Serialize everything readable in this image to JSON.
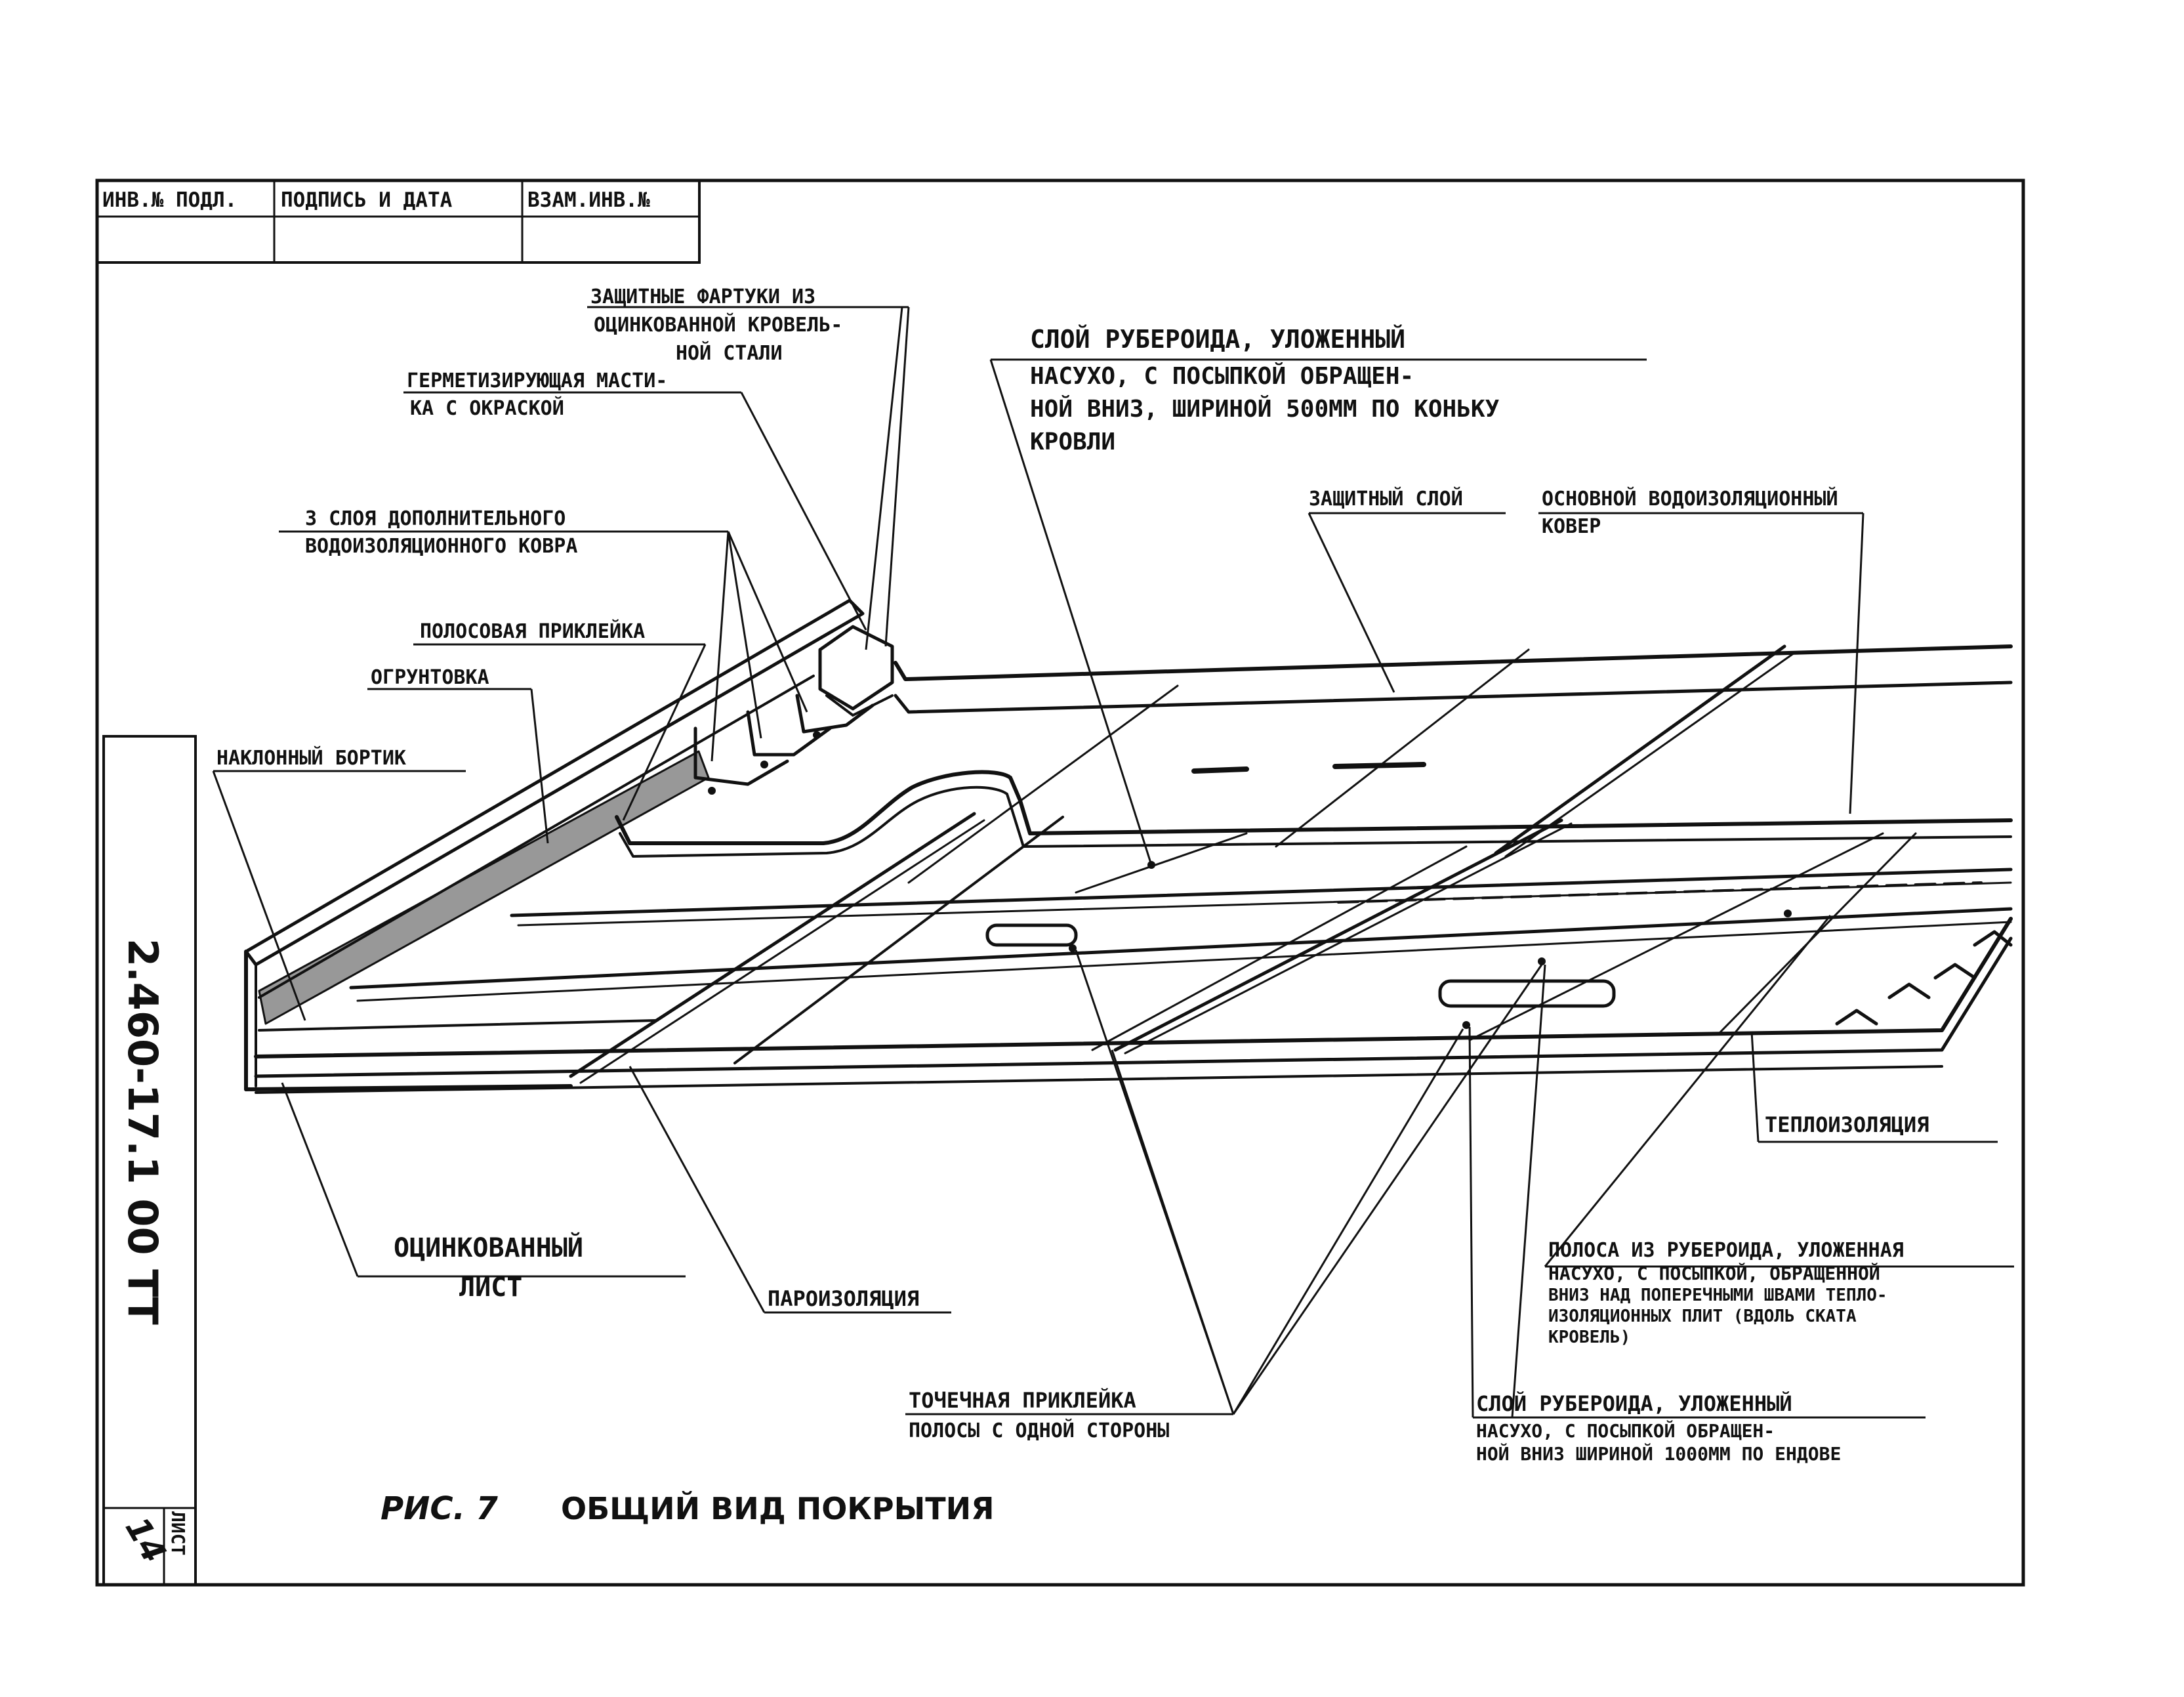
{
  "stamp": {
    "col1": "ИНВ.№ ПОДЛ.",
    "col2": "ПОДПИСЬ И ДАТА",
    "col3": "ВЗАМ.ИНВ.№"
  },
  "side": {
    "doc_code": "2.460-17.1 00 ТТ",
    "sheet_label": "ЛИСТ",
    "sheet_number": "14"
  },
  "labels": {
    "fartuki": [
      "ЗАЩИТНЫЕ ФАРТУКИ ИЗ",
      "ОЦИНКОВАННОЙ КРОВЕЛЬ-",
      "НОЙ СТАЛИ"
    ],
    "mastika": [
      "ГЕРМЕТИЗИРУЮЩАЯ МАСТИ-",
      "КА С ОКРАСКОЙ"
    ],
    "sloi3": [
      "3 СЛОЯ ДОПОЛНИТЕЛЬНОГО",
      "ВОДОИЗОЛЯЦИОННОГО КОВРА"
    ],
    "poloska": "ПОЛОСОВАЯ ПРИКЛЕЙКА",
    "gruntovka": "ОГРУНТОВКА",
    "bortik": "НАКЛОННЫЙ БОРТИК",
    "ruberoid_top": [
      "СЛОЙ РУБЕРОИДА, УЛОЖЕННЫЙ",
      "НАСУХО, С ПОСЫПКОЙ ОБРАЩЕН-",
      "НОЙ ВНИЗ, ШИРИНОЙ 500ММ ПО КОНЬКУ",
      "КРОВЛИ"
    ],
    "zashchitny": "ЗАЩИТНЫЙ СЛОЙ",
    "osnovnoy": [
      "ОСНОВНОЙ ВОДОИЗОЛЯЦИОННЫЙ",
      "КОВЕР"
    ],
    "teplo": "ТЕПЛОИЗОЛЯЦИЯ",
    "ocink": [
      "ОЦИНКОВАННЫЙ",
      "ЛИСТ"
    ],
    "paro": "ПАРОИЗОЛЯЦИЯ",
    "polosa": [
      "ПОЛОСА ИЗ РУБЕРОИДА, УЛОЖЕННАЯ",
      "НАСУХО, С ПОСЫПКОЙ, ОБРАЩЕННОЙ",
      "ВНИЗ НАД ПОПЕРЕЧНЫМИ ШВАМИ ТЕПЛО-",
      "ИЗОЛЯЦИОННЫХ ПЛИТ (ВДОЛЬ СКАТА",
      "КРОВЕЛЬ)"
    ],
    "tochechnaya": [
      "ТОЧЕЧНАЯ ПРИКЛЕЙКА",
      "ПОЛОСЫ С ОДНОЙ СТОРОНЫ"
    ],
    "ruberoid_bottom": [
      "СЛОЙ РУБЕРОИДА, УЛОЖЕННЫЙ",
      "НАСУХО, С ПОСЫПКОЙ ОБРАЩЕН-",
      "НОЙ ВНИЗ ШИРИНОЙ 1000ММ ПО ЕНДОВЕ"
    ]
  },
  "caption": {
    "figure": "РИС. 7",
    "title": "ОБЩИЙ ВИД ПОКРЫТИЯ"
  }
}
